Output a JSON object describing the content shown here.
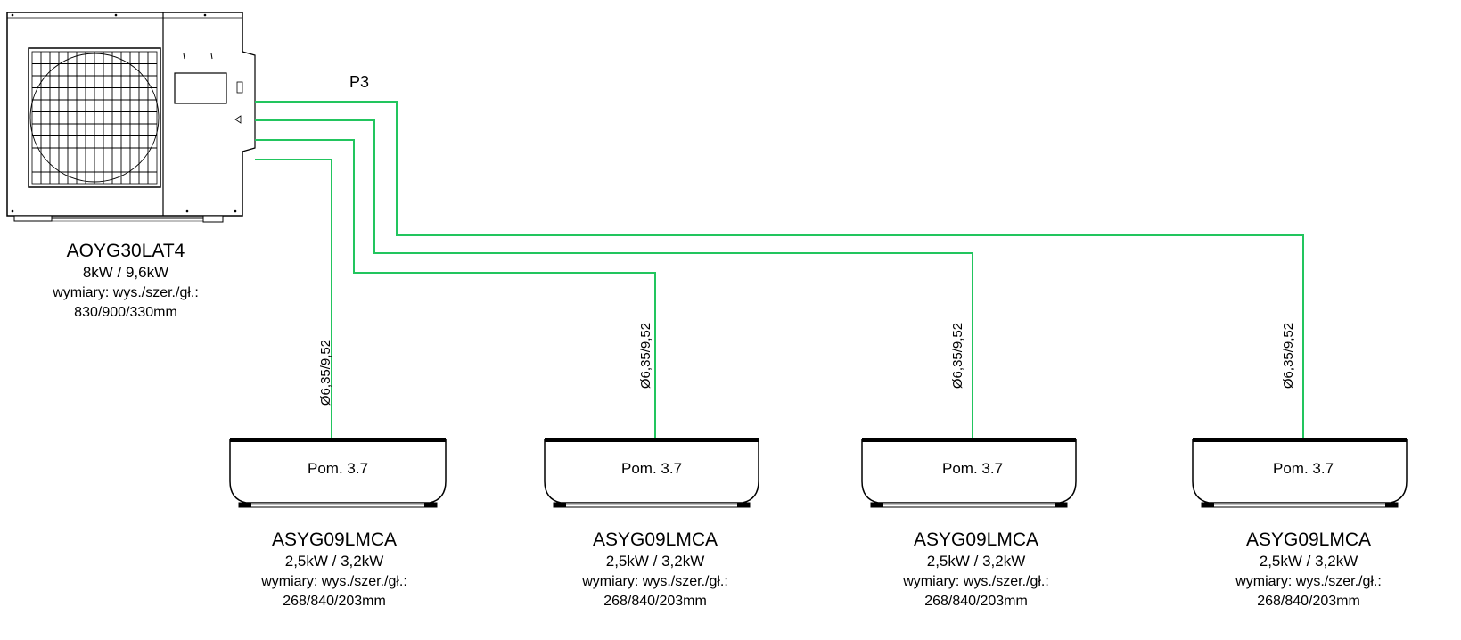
{
  "line_label": "P3",
  "colors": {
    "pipe": "#22c55e",
    "outline": "#000000",
    "background": "#ffffff"
  },
  "outdoor_unit": {
    "model": "AOYG30LAT4",
    "power": "8kW / 9,6kW",
    "dims_label": "wymiary: wys./szer./gł.:",
    "dims": "830/900/330mm"
  },
  "indoor_units": [
    {
      "room": "Pom. 3.7",
      "pipe_size": "Ø6,35/9,52",
      "model": "ASYG09LMCA",
      "power": "2,5kW / 3,2kW",
      "dims_label": "wymiary: wys./szer./gł.:",
      "dims": "268/840/203mm"
    },
    {
      "room": "Pom. 3.7",
      "pipe_size": "Ø6,35/9,52",
      "model": "ASYG09LMCA",
      "power": "2,5kW / 3,2kW",
      "dims_label": "wymiary: wys./szer./gł.:",
      "dims": "268/840/203mm"
    },
    {
      "room": "Pom. 3.7",
      "pipe_size": "Ø6,35/9,52",
      "model": "ASYG09LMCA",
      "power": "2,5kW / 3,2kW",
      "dims_label": "wymiary: wys./szer./gł.:",
      "dims": "268/840/203mm"
    },
    {
      "room": "Pom. 3.7",
      "pipe_size": "Ø6,35/9,52",
      "model": "ASYG09LMCA",
      "power": "2,5kW / 3,2kW",
      "dims_label": "wymiary: wys./szer./gł.:",
      "dims": "268/840/203mm"
    }
  ]
}
